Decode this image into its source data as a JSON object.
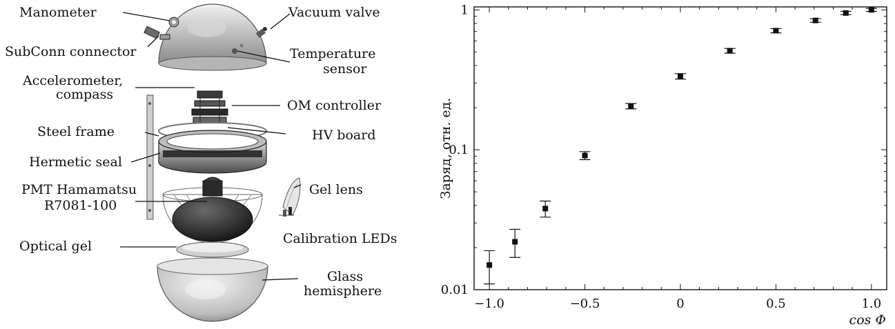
{
  "diagram": {
    "labels": [
      {
        "id": "manometer",
        "text": "Manometer"
      },
      {
        "id": "vacuum-valve",
        "text": "Vacuum valve"
      },
      {
        "id": "subconn",
        "text": "SubConn connector"
      },
      {
        "id": "temp-1",
        "text": "Temperature"
      },
      {
        "id": "temp-2",
        "text": "sensor"
      },
      {
        "id": "accel-1",
        "text": "Accelerometer,"
      },
      {
        "id": "accel-2",
        "text": "compass"
      },
      {
        "id": "om-controller",
        "text": "OM controller"
      },
      {
        "id": "steel-frame",
        "text": "Steel frame"
      },
      {
        "id": "hv-board",
        "text": "HV board"
      },
      {
        "id": "hermetic-seal",
        "text": "Hermetic seal"
      },
      {
        "id": "pmt-1",
        "text": "PMT Hamamatsu"
      },
      {
        "id": "pmt-2",
        "text": "R7081-100"
      },
      {
        "id": "gel-lens",
        "text": "Gel lens"
      },
      {
        "id": "calib-leds",
        "text": "Calibration LEDs"
      },
      {
        "id": "optical-gel",
        "text": "Optical gel"
      },
      {
        "id": "glass-1",
        "text": "Glass"
      },
      {
        "id": "glass-2",
        "text": "hemisphere"
      }
    ]
  },
  "chart_data": {
    "type": "scatter",
    "xlabel": "cos Φ",
    "ylabel": "Заряд, отн. ед.",
    "xlim": [
      -1.08,
      1.08
    ],
    "ylim": [
      0.01,
      1.05
    ],
    "yscale": "log",
    "grid": false,
    "x_ticks": [
      -1.0,
      -0.5,
      0,
      0.5,
      1.0
    ],
    "x_tick_labels": [
      "−1.0",
      "−0.5",
      "0",
      "0.5",
      "1.0"
    ],
    "y_ticks": [
      0.01,
      0.1,
      1
    ],
    "y_tick_labels": [
      "0.01",
      "0.1",
      "1"
    ],
    "points": [
      {
        "x": -1.0,
        "y": 0.015,
        "yerr_low": 0.011,
        "yerr_high": 0.019
      },
      {
        "x": -0.866,
        "y": 0.022,
        "yerr_low": 0.017,
        "yerr_high": 0.027
      },
      {
        "x": -0.707,
        "y": 0.038,
        "yerr_low": 0.033,
        "yerr_high": 0.043
      },
      {
        "x": -0.5,
        "y": 0.091,
        "yerr_low": 0.085,
        "yerr_high": 0.097
      },
      {
        "x": -0.259,
        "y": 0.205,
        "yerr_low": 0.196,
        "yerr_high": 0.214
      },
      {
        "x": 0.0,
        "y": 0.335,
        "yerr_low": 0.32,
        "yerr_high": 0.35
      },
      {
        "x": 0.259,
        "y": 0.51,
        "yerr_low": 0.49,
        "yerr_high": 0.53
      },
      {
        "x": 0.5,
        "y": 0.71,
        "yerr_low": 0.685,
        "yerr_high": 0.735
      },
      {
        "x": 0.707,
        "y": 0.84,
        "yerr_low": 0.815,
        "yerr_high": 0.865
      },
      {
        "x": 0.866,
        "y": 0.95,
        "yerr_low": 0.925,
        "yerr_high": 0.975
      },
      {
        "x": 1.0,
        "y": 1.0,
        "yerr_low": 0.975,
        "yerr_high": 1.025
      }
    ]
  }
}
